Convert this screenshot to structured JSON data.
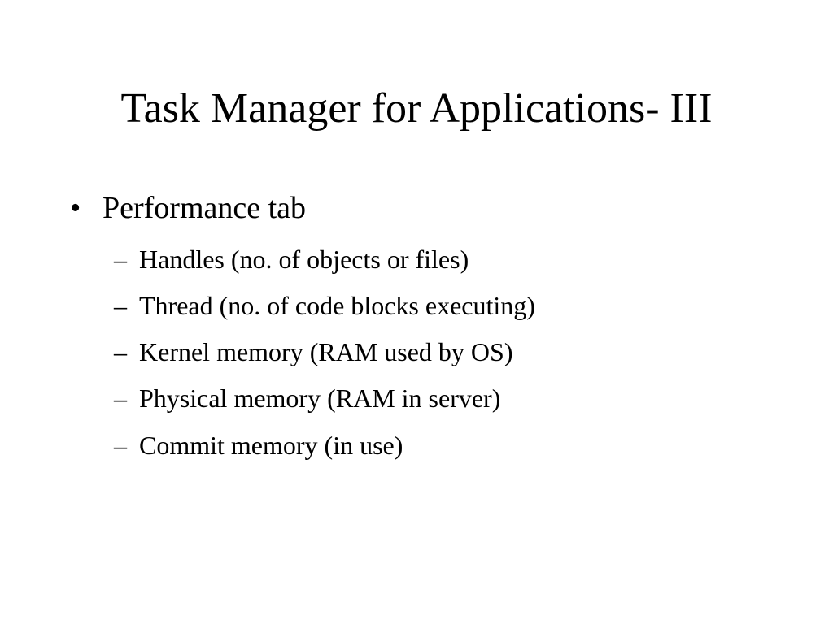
{
  "slide": {
    "title": "Task Manager for Applications- III",
    "bullet": {
      "marker": "•",
      "text": "Performance tab"
    },
    "sub_marker": "–",
    "sub_items": [
      "Handles (no. of objects or files)",
      "Thread (no. of code blocks executing)",
      "Kernel memory (RAM used by OS)",
      "Physical memory (RAM in server)",
      "Commit memory (in use)"
    ]
  }
}
